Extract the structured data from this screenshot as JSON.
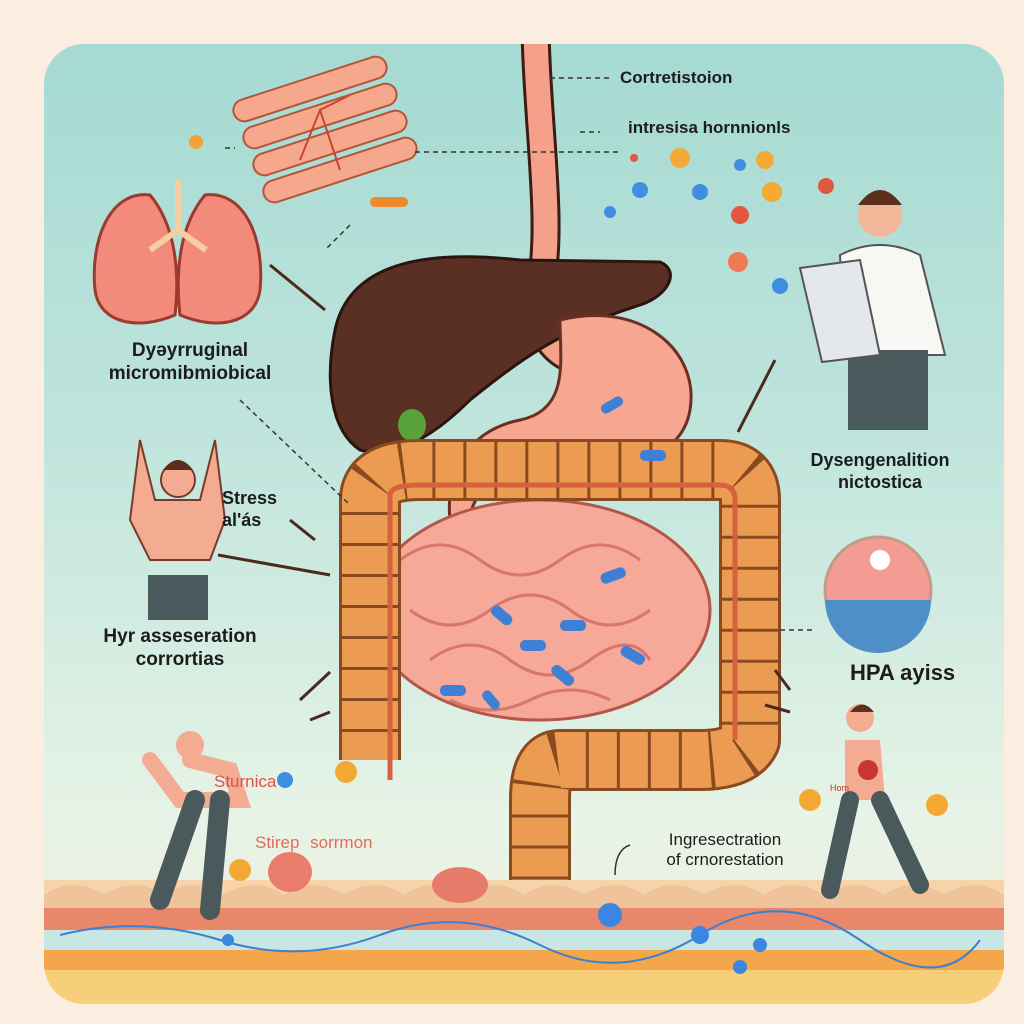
{
  "labels": {
    "top1": "Cortretistoion",
    "top2": "intresisa hornnionls",
    "left1": [
      "Dyəyrruginal",
      "micromibmiobical"
    ],
    "stress": [
      "Stress",
      "al'ás"
    ],
    "left2": [
      "Hyr asseseration",
      "corrortias"
    ],
    "right1": [
      "Dysengenalition",
      "nictostica"
    ],
    "hpa": "HPA ayiss",
    "red1": "Sturnica",
    "red2": "Stirep sorrmon",
    "bottom": [
      "Ingresectration",
      "of crnorestation"
    ],
    "tiny": "Hom"
  },
  "colors": {
    "background": "#fbeee0",
    "panel_top": "#a5dad2",
    "gut": "#f4a58f",
    "colon": "#e89a4c",
    "liver": "#5b3024",
    "bacteria": "#3f7fd6"
  }
}
